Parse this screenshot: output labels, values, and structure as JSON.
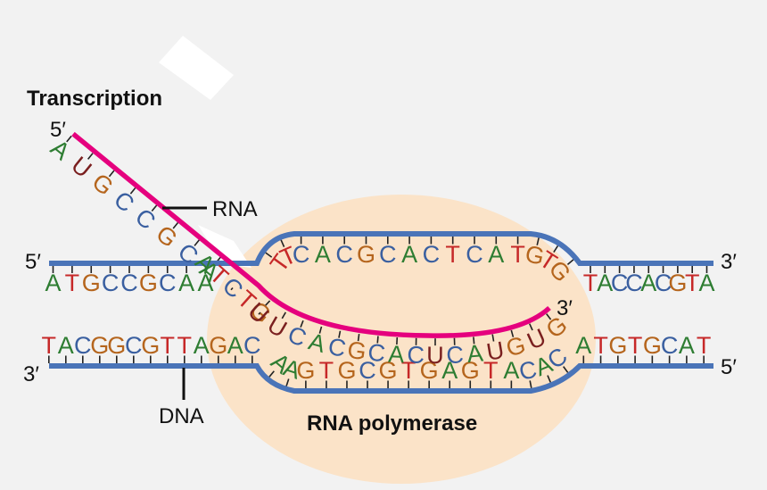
{
  "title": "Transcription",
  "labels": {
    "rna": "RNA",
    "dna": "DNA",
    "polymerase": "RNA polymerase",
    "five_prime": "5′",
    "three_prime": "3′"
  },
  "colors": {
    "background": "#f2f2f2",
    "polymerase_fill": "#fbe3c8",
    "dna_backbone": "#4a74b8",
    "rna_backbone": "#e5007e",
    "A": "#2e7d32",
    "T": "#c62828",
    "G": "#b5651d",
    "C": "#3a5fa0",
    "U": "#7a1f1f"
  },
  "sequences": {
    "coding_left": "ATGCCGCAA",
    "coding_bubble": "TTCACGCACTCATGTG",
    "coding_right": "TACCACGTA",
    "template_left": "TACGGCGTTAGAC",
    "template_bubble": "AAGTGCGTGAGTACAC",
    "template_right": "ATGTGCAT",
    "rna_exiting": "AUGCCGCA",
    "rna_bubble": "UUCACGCACUCAUGUG",
    "template_hidden": "ATCTG"
  }
}
